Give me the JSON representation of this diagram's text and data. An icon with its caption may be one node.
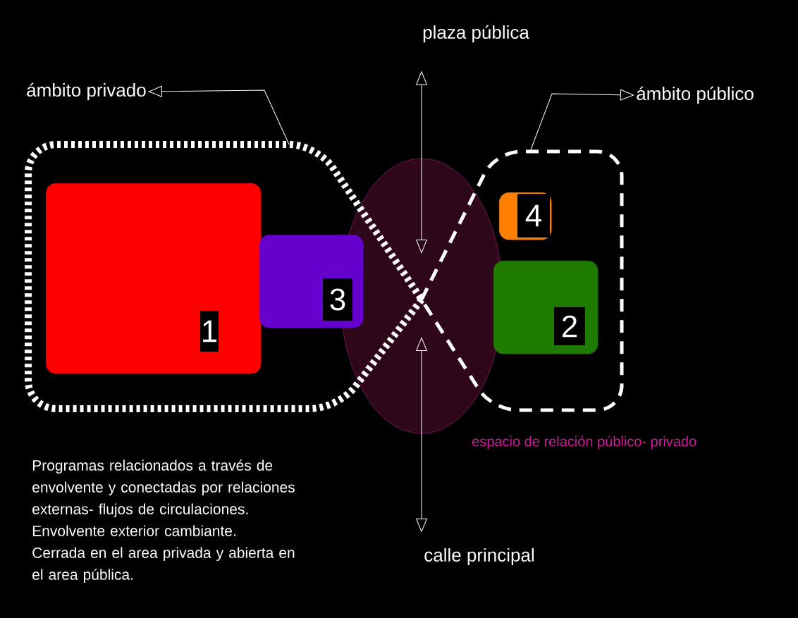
{
  "diagram": {
    "nodes": [
      {
        "text": [
          "ámbito privado"
        ]
      },
      {
        "text": [],
        "shape": "box"
      },
      {
        "text": [
          "1"
        ],
        "in": 1
      },
      {
        "text": [
          "3"
        ],
        "in": 1
      },
      {
        "text": [
          "ámbito público"
        ]
      },
      {
        "text": [],
        "shape": "box"
      },
      {
        "text": [
          "4"
        ],
        "in": 5
      },
      {
        "text": [
          "2"
        ],
        "in": 5
      },
      {
        "text": [],
        "shape": "ellipse",
        "beside": [
          "espacio de relación público- privado"
        ]
      },
      {
        "text": [
          "plaza pública"
        ]
      },
      {
        "text": [
          "calle principal"
        ]
      }
    ],
    "edges": [
      {
        "from": 1,
        "to": 0,
        "arrow": "to"
      },
      {
        "from": 5,
        "to": 4,
        "arrow": "to"
      },
      {
        "from": 9,
        "to": 8,
        "arrow": "both"
      },
      {
        "from": 8,
        "to": 10,
        "arrow": "both"
      }
    ],
    "labels": [
      "Programas relacionados a través de envolvente y conectadas por relaciones externas- flujos de circulaciones.",
      "Envolvente exterior cambiante.",
      "Cerrada en el area privada y abierta en el area pública."
    ]
  }
}
